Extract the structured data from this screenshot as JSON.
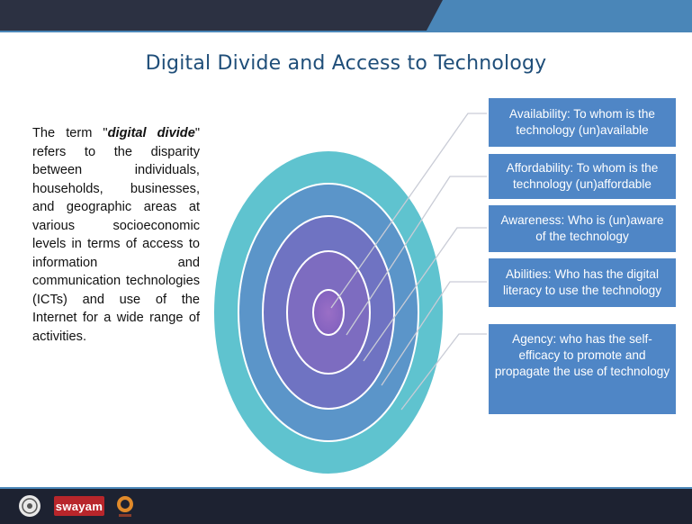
{
  "slide": {
    "title": "Digital Divide and Access to Technology",
    "description": {
      "pre": "The term \"",
      "term": "digital divide",
      "post": "\" refers to the disparity between individuals, households, businesses, and geographic areas at various socioeconomic levels in terms of access to information and communication technologies (ICTs) and use of the Internet for a wide range of activities."
    },
    "boxes": [
      {
        "text": "Availability: To whom is the technology (un)available"
      },
      {
        "text": "Affordability: To whom is the technology (un)affordable"
      },
      {
        "text": "Awareness: Who is (un)aware of the technology"
      },
      {
        "text": "Abilities: Who has the digital literacy to use the technology"
      },
      {
        "text": "Agency: who has the self-efficacy to promote and propagate the use of technology"
      }
    ]
  },
  "footer": {
    "logo_text": "swayam"
  },
  "colors": {
    "ring1": "#5fc3cf",
    "ring2": "#5b95c9",
    "ring3": "#6f73c2",
    "ring4": "#7d6cc0",
    "center": "#8a62bd",
    "box": "#4f86c6"
  }
}
